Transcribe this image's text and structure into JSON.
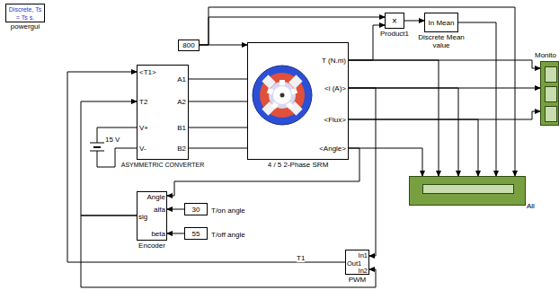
{
  "diagram": {
    "nodes": [
      {
        "text": [
          "Discrete, Ts = Ts s.",
          "powergui"
        ]
      },
      {
        "text": [
          "800"
        ]
      },
      {
        "text": [
          "×",
          "Product1"
        ]
      },
      {
        "text": [
          "In Mean",
          "Discrete Mean value"
        ]
      },
      {
        "text": [
          "Monito"
        ]
      },
      {
        "text": [
          "<T1>",
          "T2",
          "V+",
          "V-",
          "A1",
          "A2",
          "B1",
          "B2",
          "ASYMMETRIC CONVERTER"
        ]
      },
      {
        "text": [
          "T (N.m)",
          "<i (A)>",
          "<Flux>",
          "<Angle>",
          "4 / 5 2-Phase SRM"
        ]
      },
      {
        "text": [
          "15 V"
        ]
      },
      {
        "text": [
          "All"
        ]
      },
      {
        "text": [
          "Angle",
          "alfa",
          "beta",
          "sig",
          "Encoder"
        ]
      },
      {
        "text": [
          "30",
          "T/on angle"
        ]
      },
      {
        "text": [
          "55",
          "T/off angle"
        ]
      },
      {
        "text": [
          "In1",
          "Out1",
          "In2",
          "PWM"
        ]
      }
    ],
    "edges": [
      {
        "from": 1,
        "to": 6,
        "arrow": "to"
      },
      {
        "from": 1,
        "to": 2,
        "arrow": "to"
      },
      {
        "from": 6,
        "to": 2,
        "arrow": "to"
      },
      {
        "from": 2,
        "to": 3,
        "arrow": "to"
      },
      {
        "from": 3,
        "to": 8,
        "arrow": "to"
      },
      {
        "from": 1,
        "to": 8,
        "arrow": "to"
      },
      {
        "from": 6,
        "to": 4,
        "arrow": "to"
      },
      {
        "from": 6,
        "to": 4,
        "arrow": "to"
      },
      {
        "from": 6,
        "to": 4,
        "arrow": "to"
      },
      {
        "from": 6,
        "to": 8,
        "arrow": "to"
      },
      {
        "from": 6,
        "to": 8,
        "arrow": "to"
      },
      {
        "from": 6,
        "to": 8,
        "arrow": "to"
      },
      {
        "from": 6,
        "to": 8,
        "arrow": "to"
      },
      {
        "from": 6,
        "to": 9,
        "arrow": "to"
      },
      {
        "from": 10,
        "to": 9,
        "arrow": "to"
      },
      {
        "from": 11,
        "to": 9,
        "arrow": "to"
      },
      {
        "from": 9,
        "to": 5,
        "arrow": "to"
      },
      {
        "from": 9,
        "to": 12,
        "arrow": "to"
      },
      {
        "from": 6,
        "to": 12,
        "arrow": "to"
      },
      {
        "from": 12,
        "to": 5,
        "label": "T1",
        "arrow": "to"
      },
      {
        "from": 7,
        "to": 5,
        "arrow": "none"
      },
      {
        "from": 7,
        "to": 5,
        "arrow": "none"
      },
      {
        "from": 5,
        "to": 6,
        "arrow": "none"
      },
      {
        "from": 5,
        "to": 6,
        "arrow": "none"
      },
      {
        "from": 5,
        "to": 6,
        "arrow": "none"
      },
      {
        "from": 5,
        "to": 6,
        "arrow": "none"
      }
    ]
  }
}
